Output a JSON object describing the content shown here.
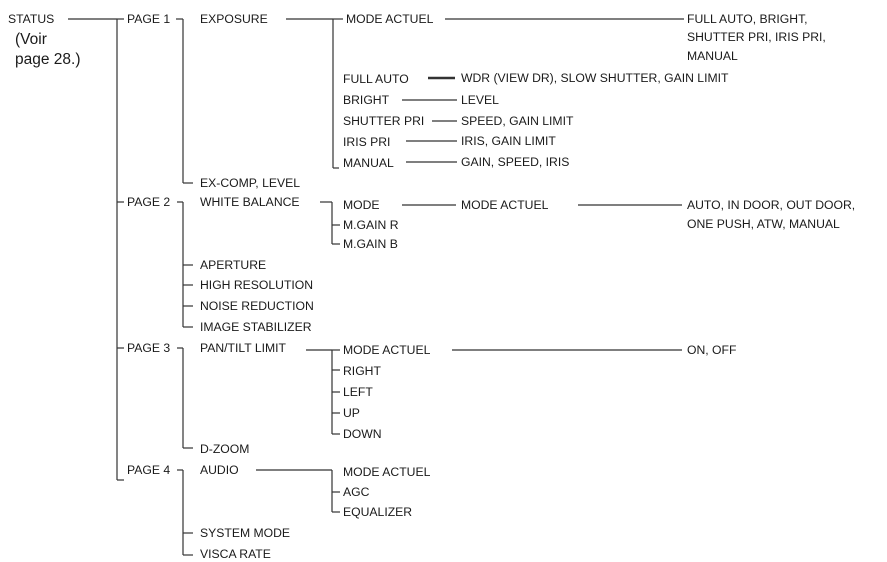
{
  "status": {
    "label": "STATUS",
    "ref_line1": "(Voir",
    "ref_line2": "page 28.)"
  },
  "page1": {
    "label": "PAGE 1",
    "exposure": "EXPOSURE",
    "mode": "MODE ACTUEL",
    "mode_values_line1": "FULL AUTO, BRIGHT,",
    "mode_values_line2": "SHUTTER PRI, IRIS PRI,",
    "mode_values_line3": "MANUAL",
    "modes": [
      {
        "name": "FULL AUTO",
        "params": "WDR (VIEW DR), SLOW SHUTTER, GAIN LIMIT"
      },
      {
        "name": "BRIGHT",
        "params": "LEVEL"
      },
      {
        "name": "SHUTTER PRI",
        "params": "SPEED, GAIN LIMIT"
      },
      {
        "name": "IRIS PRI",
        "params": "IRIS, GAIN LIMIT"
      },
      {
        "name": "MANUAL",
        "params": "GAIN, SPEED, IRIS"
      }
    ],
    "excomp": "EX-COMP, LEVEL"
  },
  "page2": {
    "label": "PAGE 2",
    "white_balance": "WHITE BALANCE",
    "wb_items": [
      "MODE",
      "M.GAIN R",
      "M.GAIN B"
    ],
    "mode": "MODE ACTUEL",
    "mode_values_line1": "AUTO, IN DOOR, OUT DOOR,",
    "mode_values_line2": "ONE PUSH,  ATW,  MANUAL",
    "items": [
      "APERTURE",
      "HIGH RESOLUTION",
      "NOISE REDUCTION",
      "IMAGE STABILIZER"
    ]
  },
  "page3": {
    "label": "PAGE 3",
    "pan_tilt": "PAN/TILT LIMIT",
    "sub_items": [
      "MODE ACTUEL",
      "RIGHT",
      "LEFT",
      "UP",
      "DOWN"
    ],
    "mode_values": "ON, OFF",
    "dzoom": "D-ZOOM"
  },
  "page4": {
    "label": "PAGE 4",
    "audio": "AUDIO",
    "audio_items": [
      "MODE ACTUEL",
      "AGC",
      "EQUALIZER"
    ],
    "items": [
      "SYSTEM MODE",
      "VISCA RATE"
    ]
  },
  "colors": {
    "line": "#333333",
    "text": "#1a1a1a",
    "background": "#ffffff"
  }
}
